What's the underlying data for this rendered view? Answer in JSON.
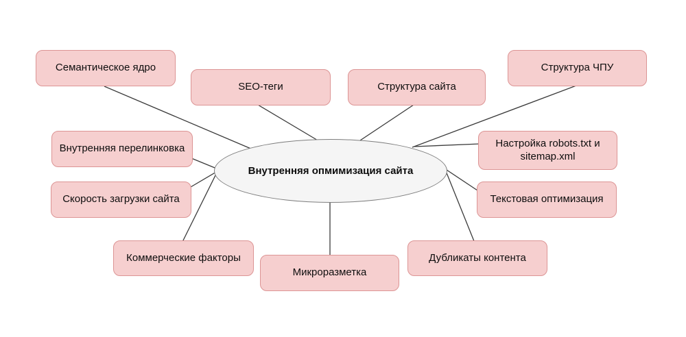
{
  "diagram": {
    "center": {
      "label": "Внутренняя опмимизация сайта"
    },
    "nodes": [
      {
        "id": "semantic-core",
        "label": "Семантическое ядро"
      },
      {
        "id": "seo-tags",
        "label": "SEO-теги"
      },
      {
        "id": "site-structure",
        "label": "Структура сайта"
      },
      {
        "id": "friendly-url",
        "label": "Структура ЧПУ"
      },
      {
        "id": "internal-linking",
        "label": "Внутренняя перелинковка"
      },
      {
        "id": "site-speed",
        "label": "Скорость загрузки сайта"
      },
      {
        "id": "commercial-factors",
        "label": "Коммерческие факторы"
      },
      {
        "id": "microdata",
        "label": "Микроразметка"
      },
      {
        "id": "duplicate-content",
        "label": "Дубликаты контента"
      },
      {
        "id": "robots-sitemap",
        "label": "Настройка robots.txt и sitemap.xml"
      },
      {
        "id": "text-optimization",
        "label": "Текстовая оптимизация"
      }
    ],
    "colors": {
      "node_fill": "#f6cfcf",
      "node_border": "#dc9494",
      "center_fill": "#f5f5f5",
      "center_border": "#7d7d7d",
      "line": "#3a3a3a"
    }
  }
}
